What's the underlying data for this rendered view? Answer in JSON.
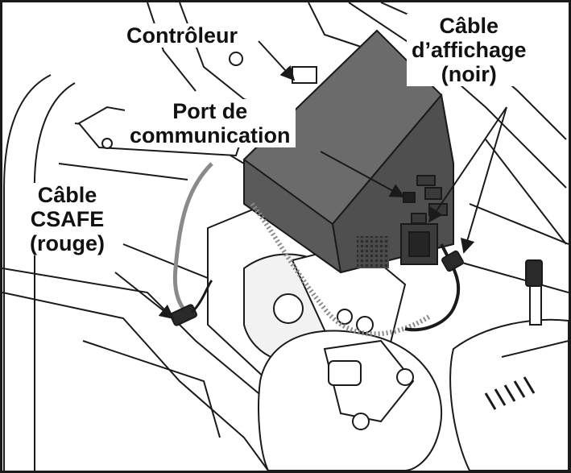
{
  "labels": {
    "controleur": "Contrôleur",
    "port": [
      "Port de",
      "communication"
    ],
    "affichage": [
      "Câble",
      "d’affichage",
      "(noir)"
    ],
    "csafe": [
      "Câble",
      "CSAFE",
      "(rouge)"
    ]
  },
  "colors": {
    "outline": "#1a1a1a",
    "controller_box": "#5a5a5a",
    "controller_top": "#6b6b6b",
    "background": "#ffffff",
    "cable_grey": "#8a8a8a"
  },
  "icons": [
    "controller-icon",
    "communication-port-icon",
    "display-cable-icon",
    "csafe-cable-icon",
    "connector-icon"
  ]
}
